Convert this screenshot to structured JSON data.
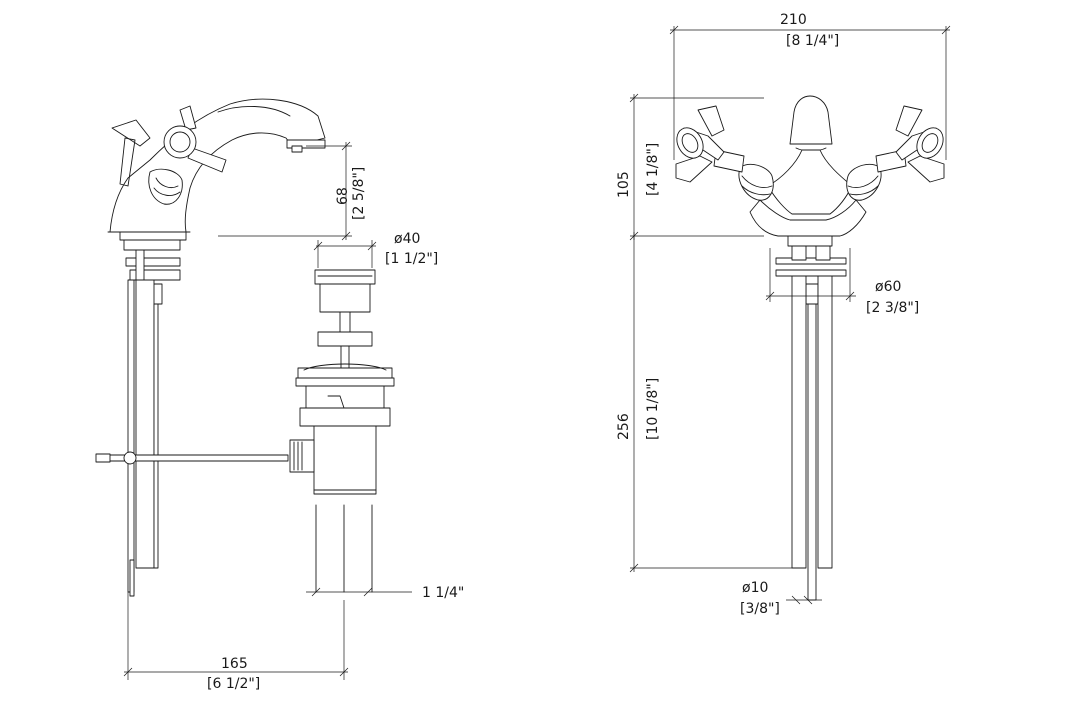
{
  "dimensions": {
    "spout_height": {
      "mm": "68",
      "inch": "[2 5/8\"]"
    },
    "waste_diameter": {
      "mm": "ø40",
      "inch": "[1 1/2\"]"
    },
    "waste_tail": {
      "inch": "1 1/4\""
    },
    "projection": {
      "mm": "165",
      "inch": "[6 1/2\"]"
    },
    "handle_span": {
      "mm": "210",
      "inch": "[8 1/4\"]"
    },
    "body_height": {
      "mm": "105",
      "inch": "[4 1/8\"]"
    },
    "base_diameter": {
      "mm": "ø60",
      "inch": "[2 3/8\"]"
    },
    "tail_length": {
      "mm": "256",
      "inch": "[10 1/8\"]"
    },
    "pipe_diameter": {
      "mm": "ø10",
      "inch": "[3/8\"]"
    }
  }
}
